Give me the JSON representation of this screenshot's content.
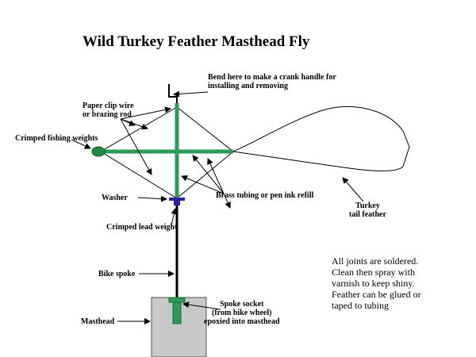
{
  "title": "Wild Turkey Feather Masthead Fly",
  "labels": {
    "bend": [
      "Bend here to make a crank handle for",
      "installing and removing"
    ],
    "paper_clip": [
      "Paper clip wire",
      "or brazing rod"
    ],
    "weights": "Crimped fishing weights",
    "washer": "Washer",
    "brass": "Brass tubing or pen ink refill",
    "lead": "Crimped lead weight",
    "spoke": "Bike spoke",
    "masthead": "Masthead",
    "socket": [
      "Spoke socket",
      "(from bike wheel)",
      "epoxied into masthead"
    ],
    "feather": [
      "Turkey",
      "tail feather"
    ]
  },
  "note": [
    "All joints are soldered.",
    "Clean then spray with",
    "varnish to keep shiny.",
    "Feather can be glued or",
    "taped to tubing"
  ],
  "colors": {
    "tubing": "#2e9a5a",
    "weight": "#1f8a3f",
    "washer": "#2a1f9e",
    "masthead": "#c8c8c8",
    "line": "#000000"
  }
}
